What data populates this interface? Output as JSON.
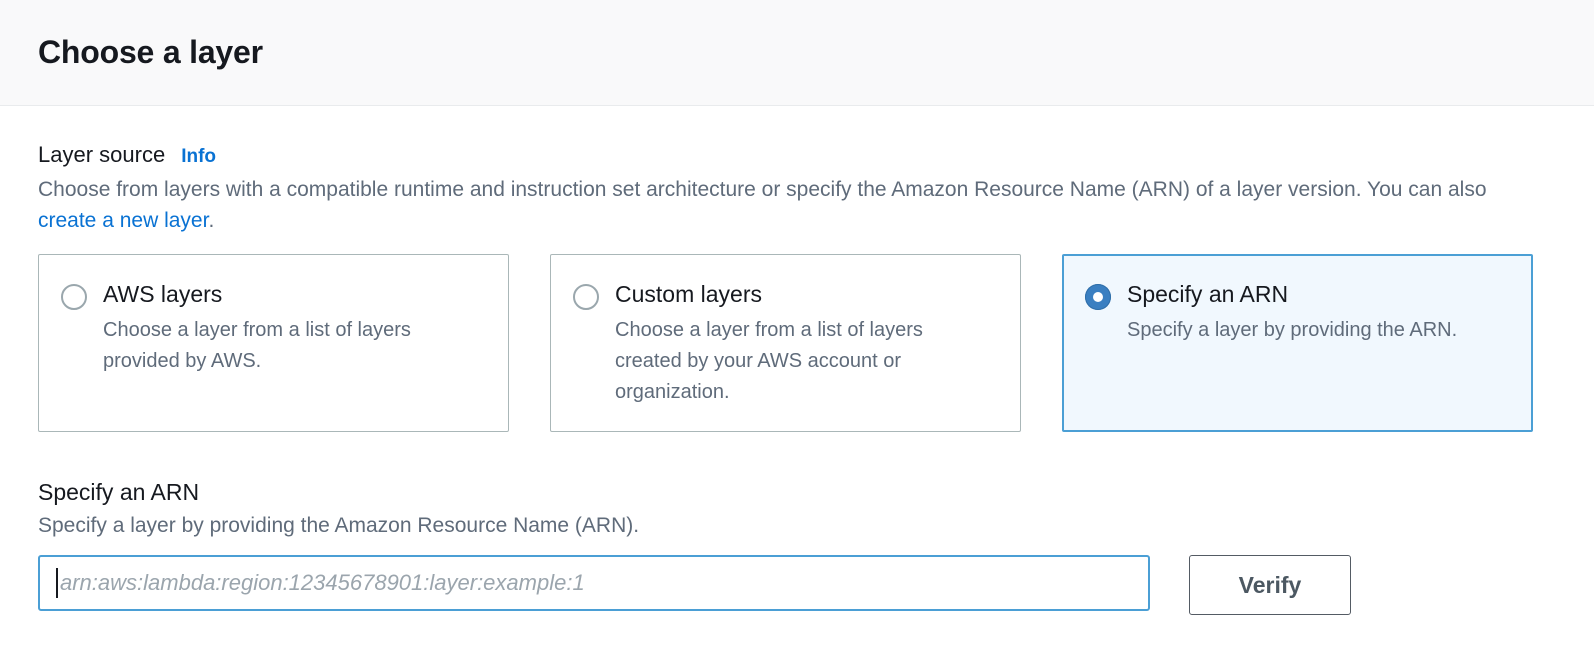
{
  "modal": {
    "title": "Choose a layer"
  },
  "layer_source": {
    "label": "Layer source",
    "info_link": "Info",
    "description_part1": "Choose from layers with a compatible runtime and instruction set architecture or specify the Amazon Resource Name (ARN) of a layer version. You can also ",
    "description_link": "create a new layer",
    "description_part2": ".",
    "options": [
      {
        "title": "AWS layers",
        "description": "Choose a layer from a list of layers provided by AWS.",
        "selected": false
      },
      {
        "title": "Custom layers",
        "description": "Choose a layer from a list of layers created by your AWS account or organization.",
        "selected": false
      },
      {
        "title": "Specify an ARN",
        "description": "Specify a layer by providing the ARN.",
        "selected": true
      }
    ]
  },
  "arn_section": {
    "title": "Specify an ARN",
    "description": "Specify a layer by providing the Amazon Resource Name (ARN).",
    "input_value": "",
    "input_placeholder": "arn:aws:lambda:region:12345678901:layer:example:1",
    "verify_label": "Verify"
  },
  "colors": {
    "accent_blue": "#0972d3",
    "selected_border": "#4b9fd5",
    "selected_bg": "#f1f8fe",
    "card_border": "#aab7b8",
    "header_bg": "#f9f9fa",
    "muted_text": "#5f6b7a"
  }
}
